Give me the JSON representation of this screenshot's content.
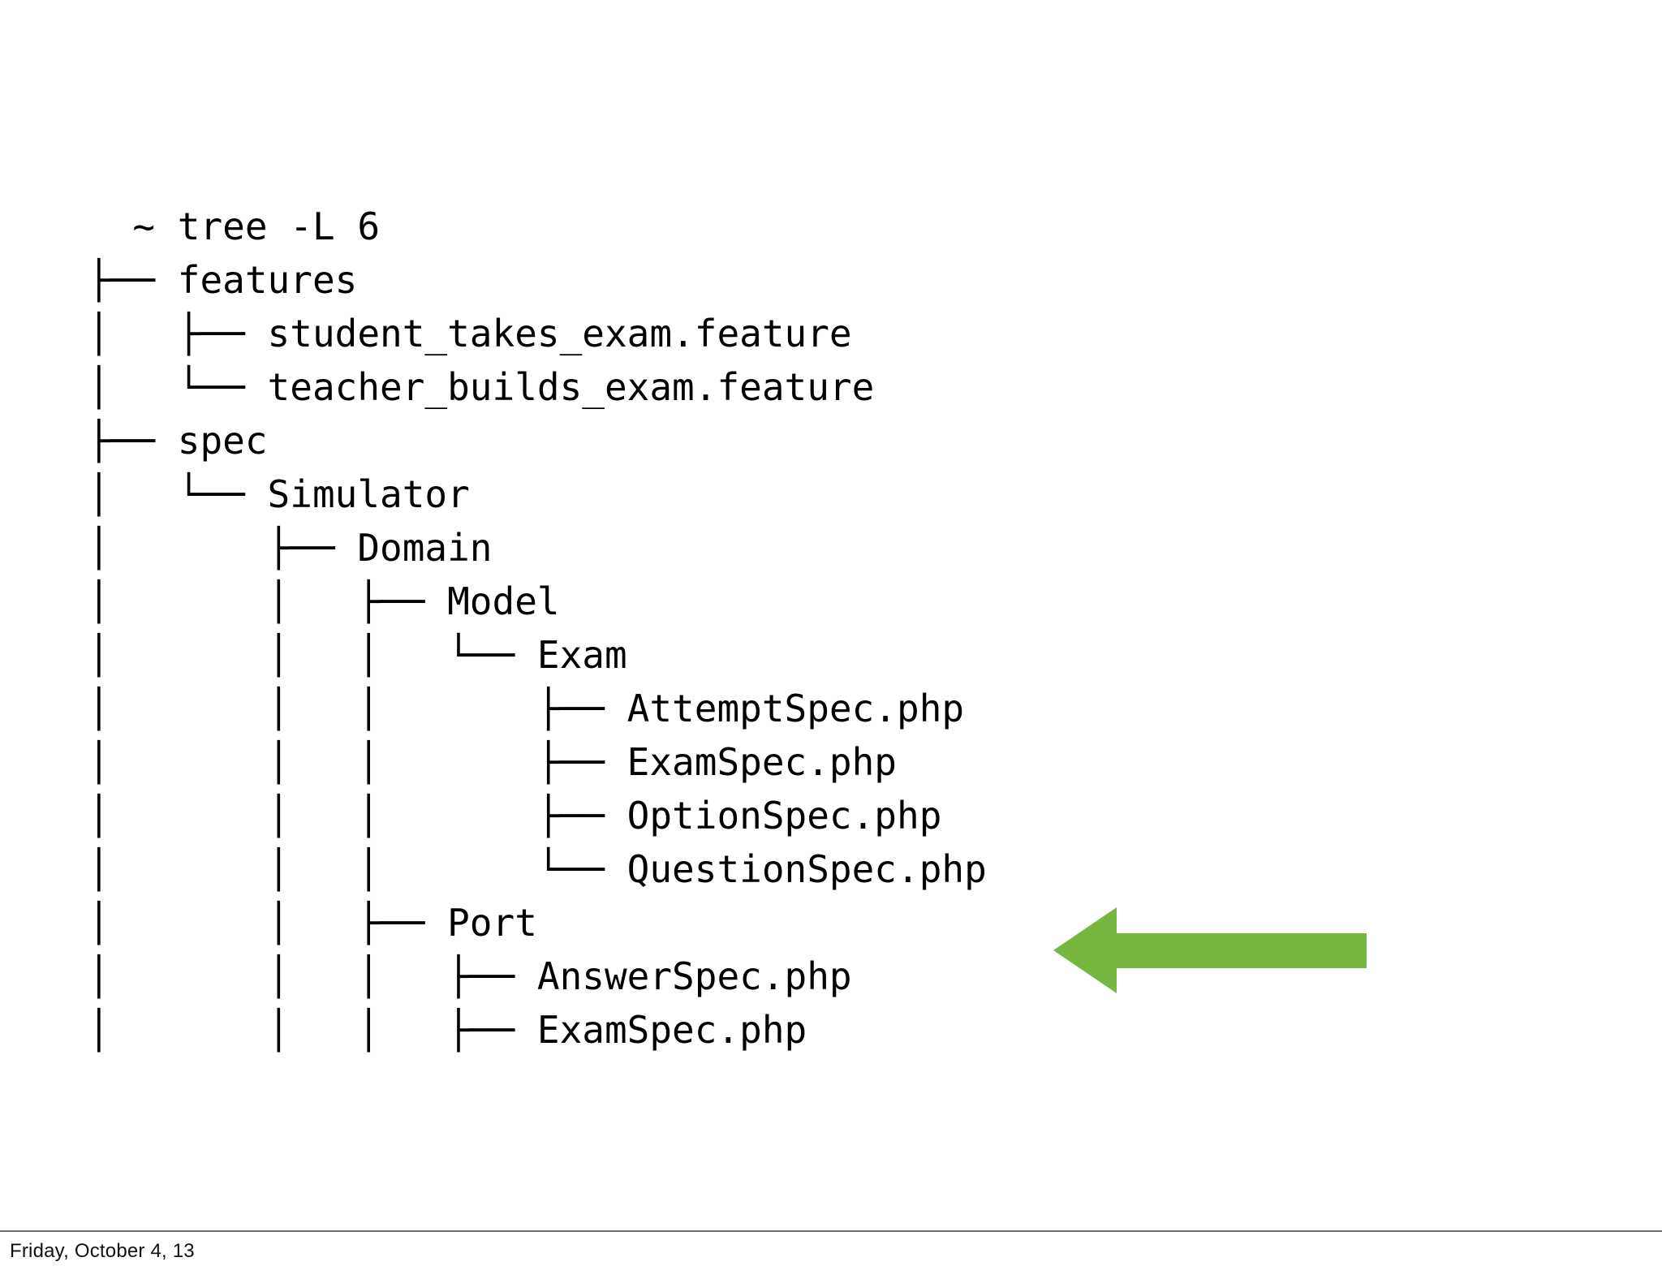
{
  "slide": {
    "background_color": "#ffffff",
    "text_color": "#000000"
  },
  "terminal": {
    "prompt_line": "  ~ tree -L 6",
    "command": "tree -L 6",
    "prompt_symbol": "~",
    "lines": [
      "  ~ tree -L 6",
      "├── features",
      "│   ├── student_takes_exam.feature",
      "│   └── teacher_builds_exam.feature",
      "├── spec",
      "│   └── Simulator",
      "│       ├── Domain",
      "│       │   ├── Model",
      "│       │   │   └── Exam",
      "│       │   │       ├── AttemptSpec.php",
      "│       │   │       ├── ExamSpec.php",
      "│       │   │       ├── OptionSpec.php",
      "│       │   │       └── QuestionSpec.php",
      "│       │   ├── Port",
      "│       │   │   ├── AnswerSpec.php",
      "│       │   │   ├── ExamSpec.php"
    ],
    "entries": [
      {
        "name": "features",
        "depth": 0,
        "type": "directory"
      },
      {
        "name": "student_takes_exam.feature",
        "depth": 1,
        "type": "file"
      },
      {
        "name": "teacher_builds_exam.feature",
        "depth": 1,
        "type": "file"
      },
      {
        "name": "spec",
        "depth": 0,
        "type": "directory"
      },
      {
        "name": "Simulator",
        "depth": 1,
        "type": "directory"
      },
      {
        "name": "Domain",
        "depth": 2,
        "type": "directory"
      },
      {
        "name": "Model",
        "depth": 3,
        "type": "directory"
      },
      {
        "name": "Exam",
        "depth": 4,
        "type": "directory"
      },
      {
        "name": "AttemptSpec.php",
        "depth": 5,
        "type": "file"
      },
      {
        "name": "ExamSpec.php",
        "depth": 5,
        "type": "file"
      },
      {
        "name": "OptionSpec.php",
        "depth": 5,
        "type": "file"
      },
      {
        "name": "QuestionSpec.php",
        "depth": 5,
        "type": "file"
      },
      {
        "name": "Port",
        "depth": 3,
        "type": "directory"
      },
      {
        "name": "AnswerSpec.php",
        "depth": 4,
        "type": "file"
      },
      {
        "name": "ExamSpec.php",
        "depth": 4,
        "type": "file"
      }
    ]
  },
  "annotation": {
    "arrow": {
      "direction": "left",
      "color": "#76b741",
      "points_at": "ExamSpec.php"
    }
  },
  "footer": {
    "date": "Friday, October 4, 13",
    "rule_color": "#6b6b6b"
  }
}
